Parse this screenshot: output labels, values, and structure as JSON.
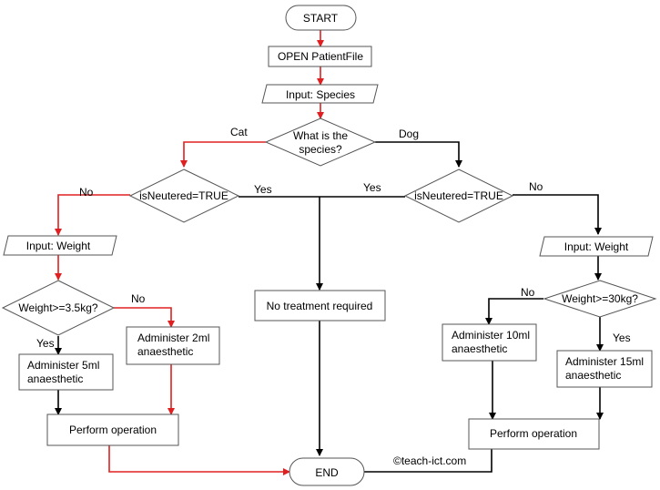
{
  "nodes": {
    "start": "START",
    "open_file": "OPEN PatientFile",
    "input_species": "Input: Species",
    "species_q1": "What is the",
    "species_q2": "species?",
    "cat_neutered": "isNeutered=TRUE",
    "dog_neutered": "isNeutered=TRUE",
    "cat_input_weight": "Input: Weight",
    "dog_input_weight": "Input: Weight",
    "cat_weight_q": "Weight>=3.5kg?",
    "dog_weight_q": "Weight>=30kg?",
    "administer_5ml_1": "Administer 5ml",
    "administer_5ml_2": "anaesthetic",
    "administer_2ml_1": "Administer 2ml",
    "administer_2ml_2": "anaesthetic",
    "administer_10ml_1": "Administer 10ml",
    "administer_10ml_2": "anaesthetic",
    "administer_15ml_1": "Administer 15ml",
    "administer_15ml_2": "anaesthetic",
    "cat_perform": "Perform operation",
    "dog_perform": "Perform operation",
    "no_treatment": "No treatment required",
    "end": "END"
  },
  "edge_labels": {
    "cat": "Cat",
    "dog": "Dog",
    "cat_no": "No",
    "cat_yes": "Yes",
    "dog_yes": "Yes",
    "dog_no": "No",
    "cat_weight_no": "No",
    "cat_weight_yes": "Yes",
    "dog_weight_no": "No",
    "dog_weight_yes": "Yes"
  },
  "credit": "©teach-ict.com",
  "colors": {
    "cat_path": "#e02020",
    "default_path": "#000000"
  }
}
